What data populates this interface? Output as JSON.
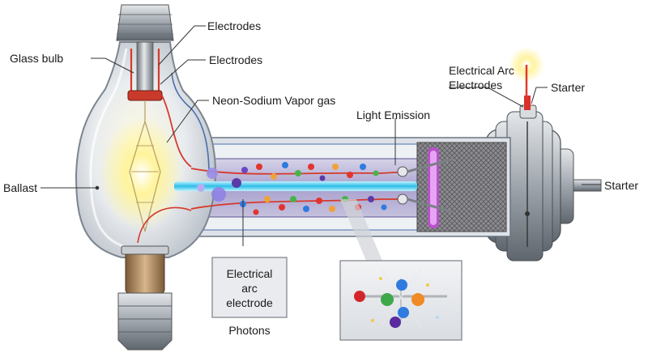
{
  "labels": {
    "glass_bulb": "Glass bulb",
    "electrodes_top": "Electrodes",
    "electrodes_mid": "Electrodes",
    "vapor_gas": "Neon-Sodium Vapor gas",
    "light_emission": "Light Emission",
    "arc_line1": "Electrical Arc",
    "arc_line2": "Electrodes",
    "starter_top": "Starter",
    "ballast": "Ballast",
    "starter_right": "Starter",
    "box_line1": "Electrical",
    "box_line2": "arc",
    "box_line3": "electrode",
    "photons": "Photons"
  },
  "colors": {
    "glass": "#dfe4ea",
    "glow": "#fff6a8",
    "arc_beam": "#38c8f0",
    "wire": "#d63a2a",
    "tube": "#b9b3d6",
    "metal": "#9aa1a8"
  }
}
